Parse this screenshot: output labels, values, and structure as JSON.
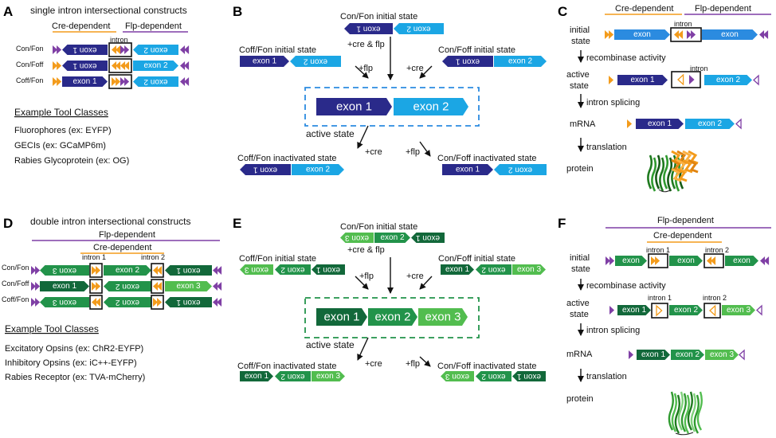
{
  "colors": {
    "dark_blue": "#2a2a8a",
    "light_blue": "#1ba6e4",
    "mid_blue": "#2b8be0",
    "dark_green": "#12683a",
    "mid_green": "#22934a",
    "light_green": "#52bd4f",
    "orange": "#f39b1b",
    "purple": "#7f3fa5"
  },
  "panels": {
    "a": "A",
    "b": "B",
    "c": "C",
    "d": "D",
    "e": "E",
    "f": "F"
  },
  "single": {
    "title": "single intron intersectional constructs",
    "cre_dep": "Cre-dependent",
    "flp_dep": "Flp-dependent",
    "intron": "intron",
    "rows": [
      "Con/Fon",
      "Con/Foff",
      "Coff/Fon"
    ],
    "exon1": "exon 1",
    "exon2": "exon 2",
    "tools_heading": "Example Tool Classes",
    "tools": [
      "Fluorophores (ex: EYFP)",
      "GECIs (ex: GCaMP6m)",
      "Rabies Glycoprotein (ex: OG)"
    ]
  },
  "double": {
    "title": "double intron intersectional constructs",
    "flp_dep": "Flp-dependent",
    "cre_dep": "Cre-dependent",
    "intron1": "intron 1",
    "intron2": "intron 2",
    "rows": [
      "Con/Fon",
      "Con/Foff",
      "Coff/Fon"
    ],
    "exon1": "exon 1",
    "exon2": "exon 2",
    "exon3": "exon 3",
    "tools_heading": "Example Tool Classes",
    "tools": [
      "Excitatory Opsins (ex: ChR2-EYFP)",
      "Inhibitory Opsins (ex: iC++-EYFP)",
      "Rabies Receptor (ex: TVA-mCherry)"
    ]
  },
  "b": {
    "con_fon": "Con/Fon initial state",
    "coff_fon": "Coff/Fon initial state",
    "con_foff": "Con/Foff initial state",
    "cre_flp": "+cre & flp",
    "flp": "+flp",
    "cre": "+cre",
    "active": "active state",
    "coff_fon_inact": "Coff/Fon inactivated state",
    "con_foff_inact": "Con/Foff inactivated state",
    "exon1": "exon 1",
    "exon2": "exon 2",
    "exon3": "exon 3"
  },
  "c": {
    "cre_dep": "Cre-dependent",
    "flp_dep": "Flp-dependent",
    "intron": "intron",
    "initial": [
      "initial",
      "state"
    ],
    "active": [
      "active",
      "state"
    ],
    "recomb": "recombinase activity",
    "splicing": "intron splicing",
    "mrna": "mRNA",
    "translation": "translation",
    "protein": "protein",
    "exon": "exon",
    "exon1": "exon 1",
    "exon2": "exon 2"
  },
  "f": {
    "flp_dep": "Flp-dependent",
    "cre_dep": "Cre-dependent",
    "intron1": "intron 1",
    "intron2": "intron 2",
    "initial": [
      "initial",
      "state"
    ],
    "active": [
      "active",
      "state"
    ],
    "recomb": "recombinase activity",
    "splicing": "intron splicing",
    "mrna": "mRNA",
    "translation": "translation",
    "protein": "protein",
    "exon": "exon",
    "exon1": "exon 1",
    "exon2": "exon 2",
    "exon3": "exon 3"
  }
}
